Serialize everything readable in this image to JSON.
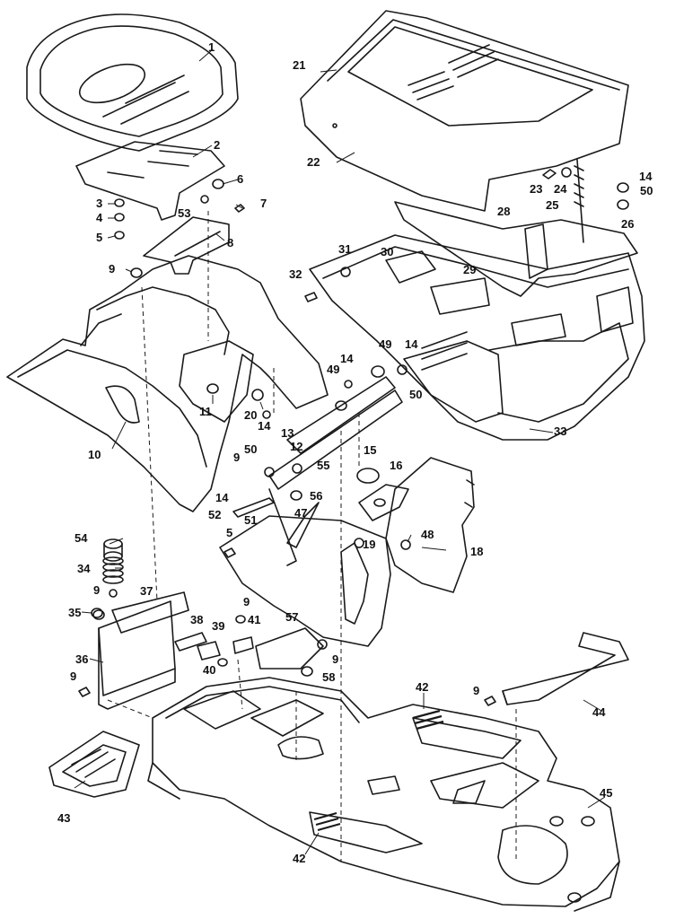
{
  "diagram": {
    "callouts": [
      {
        "id": "c1",
        "text": "1"
      },
      {
        "id": "c2",
        "text": "2"
      },
      {
        "id": "c3",
        "text": "3"
      },
      {
        "id": "c4",
        "text": "4"
      },
      {
        "id": "c5a",
        "text": "5"
      },
      {
        "id": "c6",
        "text": "6"
      },
      {
        "id": "c7",
        "text": "7"
      },
      {
        "id": "c8",
        "text": "8"
      },
      {
        "id": "c53",
        "text": "53"
      },
      {
        "id": "c9a",
        "text": "9"
      },
      {
        "id": "c10",
        "text": "10"
      },
      {
        "id": "c11",
        "text": "11"
      },
      {
        "id": "c20",
        "text": "20"
      },
      {
        "id": "c14a",
        "text": "14"
      },
      {
        "id": "c13",
        "text": "13"
      },
      {
        "id": "c12",
        "text": "12"
      },
      {
        "id": "c9b",
        "text": "9"
      },
      {
        "id": "c50a",
        "text": "50"
      },
      {
        "id": "c55",
        "text": "55"
      },
      {
        "id": "c14b",
        "text": "14"
      },
      {
        "id": "c52",
        "text": "52"
      },
      {
        "id": "c51",
        "text": "51"
      },
      {
        "id": "c47",
        "text": "47"
      },
      {
        "id": "c56",
        "text": "56"
      },
      {
        "id": "c15",
        "text": "15"
      },
      {
        "id": "c16",
        "text": "16"
      },
      {
        "id": "c49a",
        "text": "49"
      },
      {
        "id": "c49b",
        "text": "49"
      },
      {
        "id": "c14c",
        "text": "14"
      },
      {
        "id": "c14d",
        "text": "14"
      },
      {
        "id": "c50b",
        "text": "50"
      },
      {
        "id": "c21",
        "text": "21"
      },
      {
        "id": "c22",
        "text": "22"
      },
      {
        "id": "c23",
        "text": "23"
      },
      {
        "id": "c24",
        "text": "24"
      },
      {
        "id": "c25",
        "text": "25"
      },
      {
        "id": "c14e",
        "text": "14"
      },
      {
        "id": "c50c",
        "text": "50"
      },
      {
        "id": "c26",
        "text": "26"
      },
      {
        "id": "c28",
        "text": "28"
      },
      {
        "id": "c31",
        "text": "31"
      },
      {
        "id": "c30",
        "text": "30"
      },
      {
        "id": "c32",
        "text": "32"
      },
      {
        "id": "c29",
        "text": "29"
      },
      {
        "id": "c33",
        "text": "33"
      },
      {
        "id": "c18",
        "text": "18"
      },
      {
        "id": "c48",
        "text": "48"
      },
      {
        "id": "c19",
        "text": "19"
      },
      {
        "id": "c5b",
        "text": "5"
      },
      {
        "id": "c54",
        "text": "54"
      },
      {
        "id": "c34",
        "text": "34"
      },
      {
        "id": "c9c",
        "text": "9"
      },
      {
        "id": "c37",
        "text": "37"
      },
      {
        "id": "c35",
        "text": "35"
      },
      {
        "id": "c38",
        "text": "38"
      },
      {
        "id": "c39",
        "text": "39"
      },
      {
        "id": "c36",
        "text": "36"
      },
      {
        "id": "c40",
        "text": "40"
      },
      {
        "id": "c9d",
        "text": "9"
      },
      {
        "id": "c9e",
        "text": "9"
      },
      {
        "id": "c41",
        "text": "41"
      },
      {
        "id": "c57",
        "text": "57"
      },
      {
        "id": "c9f",
        "text": "9"
      },
      {
        "id": "c58",
        "text": "58"
      },
      {
        "id": "c42a",
        "text": "42"
      },
      {
        "id": "c9g",
        "text": "9"
      },
      {
        "id": "c44",
        "text": "44"
      },
      {
        "id": "c43",
        "text": "43"
      },
      {
        "id": "c45",
        "text": "45"
      },
      {
        "id": "c42b",
        "text": "42"
      }
    ]
  }
}
